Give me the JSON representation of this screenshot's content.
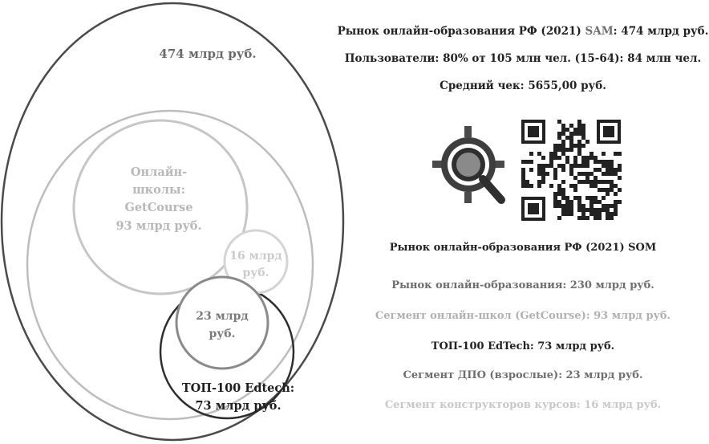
{
  "diagram": {
    "outer_circle_label": "474 млрд руб.",
    "online_schools_label": [
      "Онлайн-",
      "школы:",
      "GetCourse",
      "93 млрд руб."
    ],
    "constructors_label": [
      "16 млрд",
      "руб."
    ],
    "dpo_label": [
      "23 млрд",
      "руб."
    ],
    "top100_label": [
      "ТОП-100 Edtech:",
      "73 млрд руб."
    ]
  },
  "sam": {
    "market_prefix": "Рынок онлайн-образования РФ (2021) ",
    "market_tag": "SAM",
    "market_suffix": ": 474 млрд руб.",
    "users": "Пользователи: 80% от 105 млн чел. (15-64): 84 млн чел.",
    "avg_check": "Средний чек: 5655,00 руб."
  },
  "icons": {
    "target": "target-magnifier-icon",
    "qr": "qr-code-icon"
  },
  "som": {
    "title": "Рынок онлайн-образования РФ (2021) SOM",
    "items": [
      "Рынок онлайн-образования: 230 млрд руб.",
      "Сегмент онлайн-школ (GetCourse): 93 млрд руб.",
      "ТОП-100 EdTech: 73 млрд руб.",
      "Сегмент ДПО (взрослые): 23 млрд руб.",
      "Сегмент конструкторов курсов: 16 млрд руб."
    ]
  },
  "colors": {
    "outer": "#4a4a4a",
    "inner_large": "#bdbdbd",
    "online_schools": "#c6c6c6",
    "constructors": "#d4d4d4",
    "top100": "#2e2e2e",
    "dpo": "#8a8a8a"
  }
}
